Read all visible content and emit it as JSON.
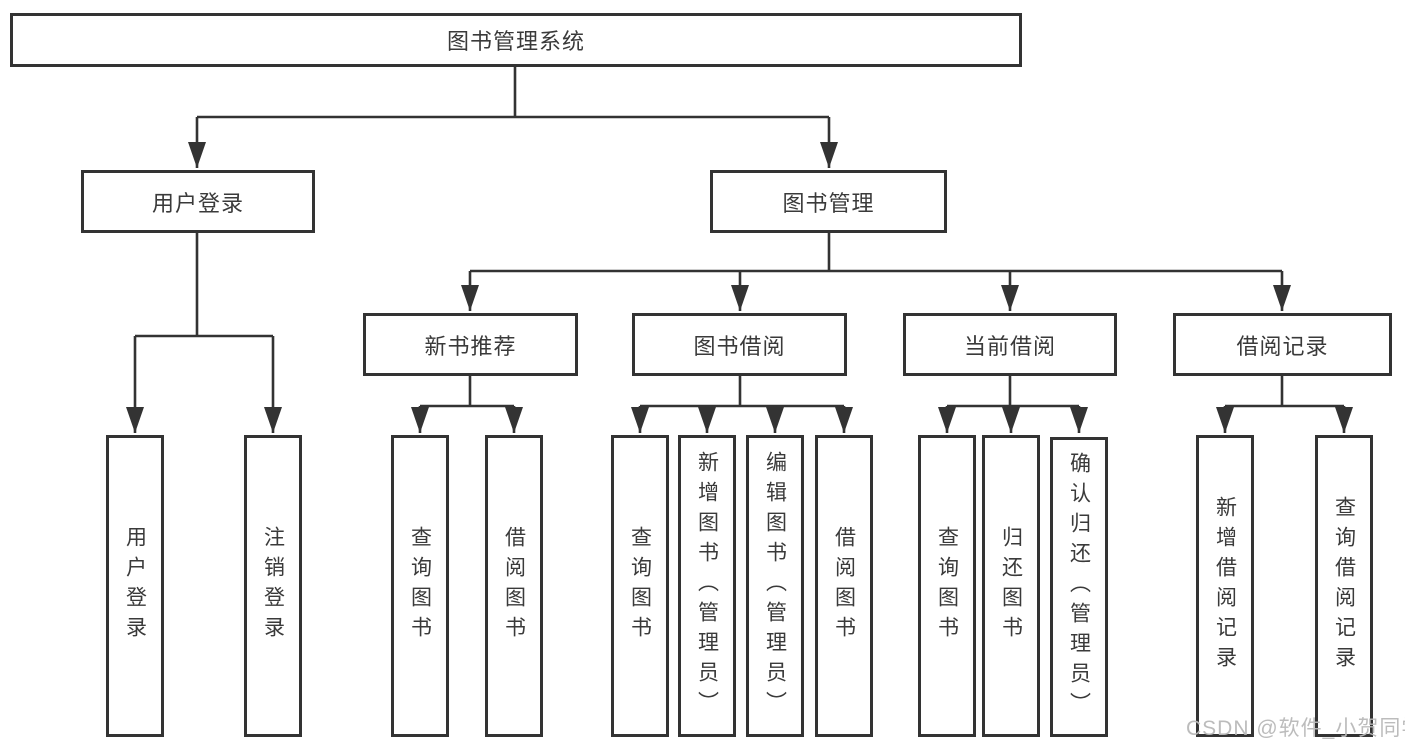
{
  "diagram": {
    "title": "图书管理系统",
    "tree": {
      "label": "图书管理系统",
      "children": [
        {
          "label": "用户登录",
          "children": [
            {
              "label": "用户登录"
            },
            {
              "label": "注销登录"
            }
          ]
        },
        {
          "label": "图书管理",
          "children": [
            {
              "label": "新书推荐",
              "children": [
                {
                  "label": "查询图书"
                },
                {
                  "label": "借阅图书"
                }
              ]
            },
            {
              "label": "图书借阅",
              "children": [
                {
                  "label": "查询图书"
                },
                {
                  "label": "新增图书（管理员）"
                },
                {
                  "label": "编辑图书（管理员）"
                },
                {
                  "label": "借阅图书"
                }
              ]
            },
            {
              "label": "当前借阅",
              "children": [
                {
                  "label": "查询图书"
                },
                {
                  "label": "归还图书"
                },
                {
                  "label": "确认归还（管理员）"
                }
              ]
            },
            {
              "label": "借阅记录",
              "children": [
                {
                  "label": "新增借阅记录"
                },
                {
                  "label": "查询借阅记录"
                }
              ]
            }
          ]
        }
      ]
    }
  },
  "watermark": {
    "text": "CSDN @软件_小贺同学"
  },
  "colors": {
    "background": "#ffffff",
    "box_border": "#333333",
    "connector": "#333333",
    "text": "#3a3a3a",
    "watermark": "#b9b9b9"
  }
}
